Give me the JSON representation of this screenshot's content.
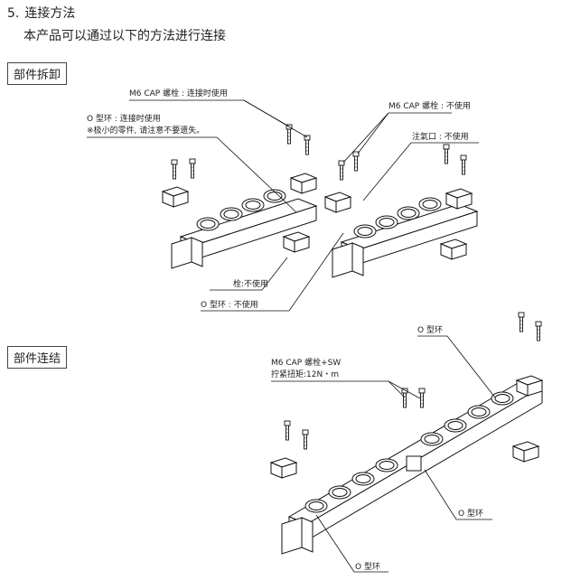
{
  "section": {
    "number": "5.",
    "title": "连接方法",
    "description": "本产品可以通过以下的方法进行连接"
  },
  "disassembly": {
    "label": "部件拆卸",
    "callouts": {
      "cap_bolt_connect": "M6 CAP 螺栓 : 连接时使用",
      "oring_connect": "O 型环 : 连接时使用",
      "small_parts_note": "※极小的零件, 请注意不要遗失。",
      "cap_bolt_unused": "M6 CAP 螺栓 : 不使用",
      "inlet_unused": "注氣口 : 不使用",
      "plug_unused": "栓:不使用",
      "oring_unused": "O 型环 : 不使用"
    }
  },
  "connection": {
    "label": "部件连结",
    "callouts": {
      "cap_bolt_sw": "M6 CAP 螺栓+SW",
      "torque": "拧紧扭矩:12N・m",
      "oring_top": "O 型环",
      "oring_mid": "O 型环",
      "oring_bottom": "O 型环"
    }
  }
}
